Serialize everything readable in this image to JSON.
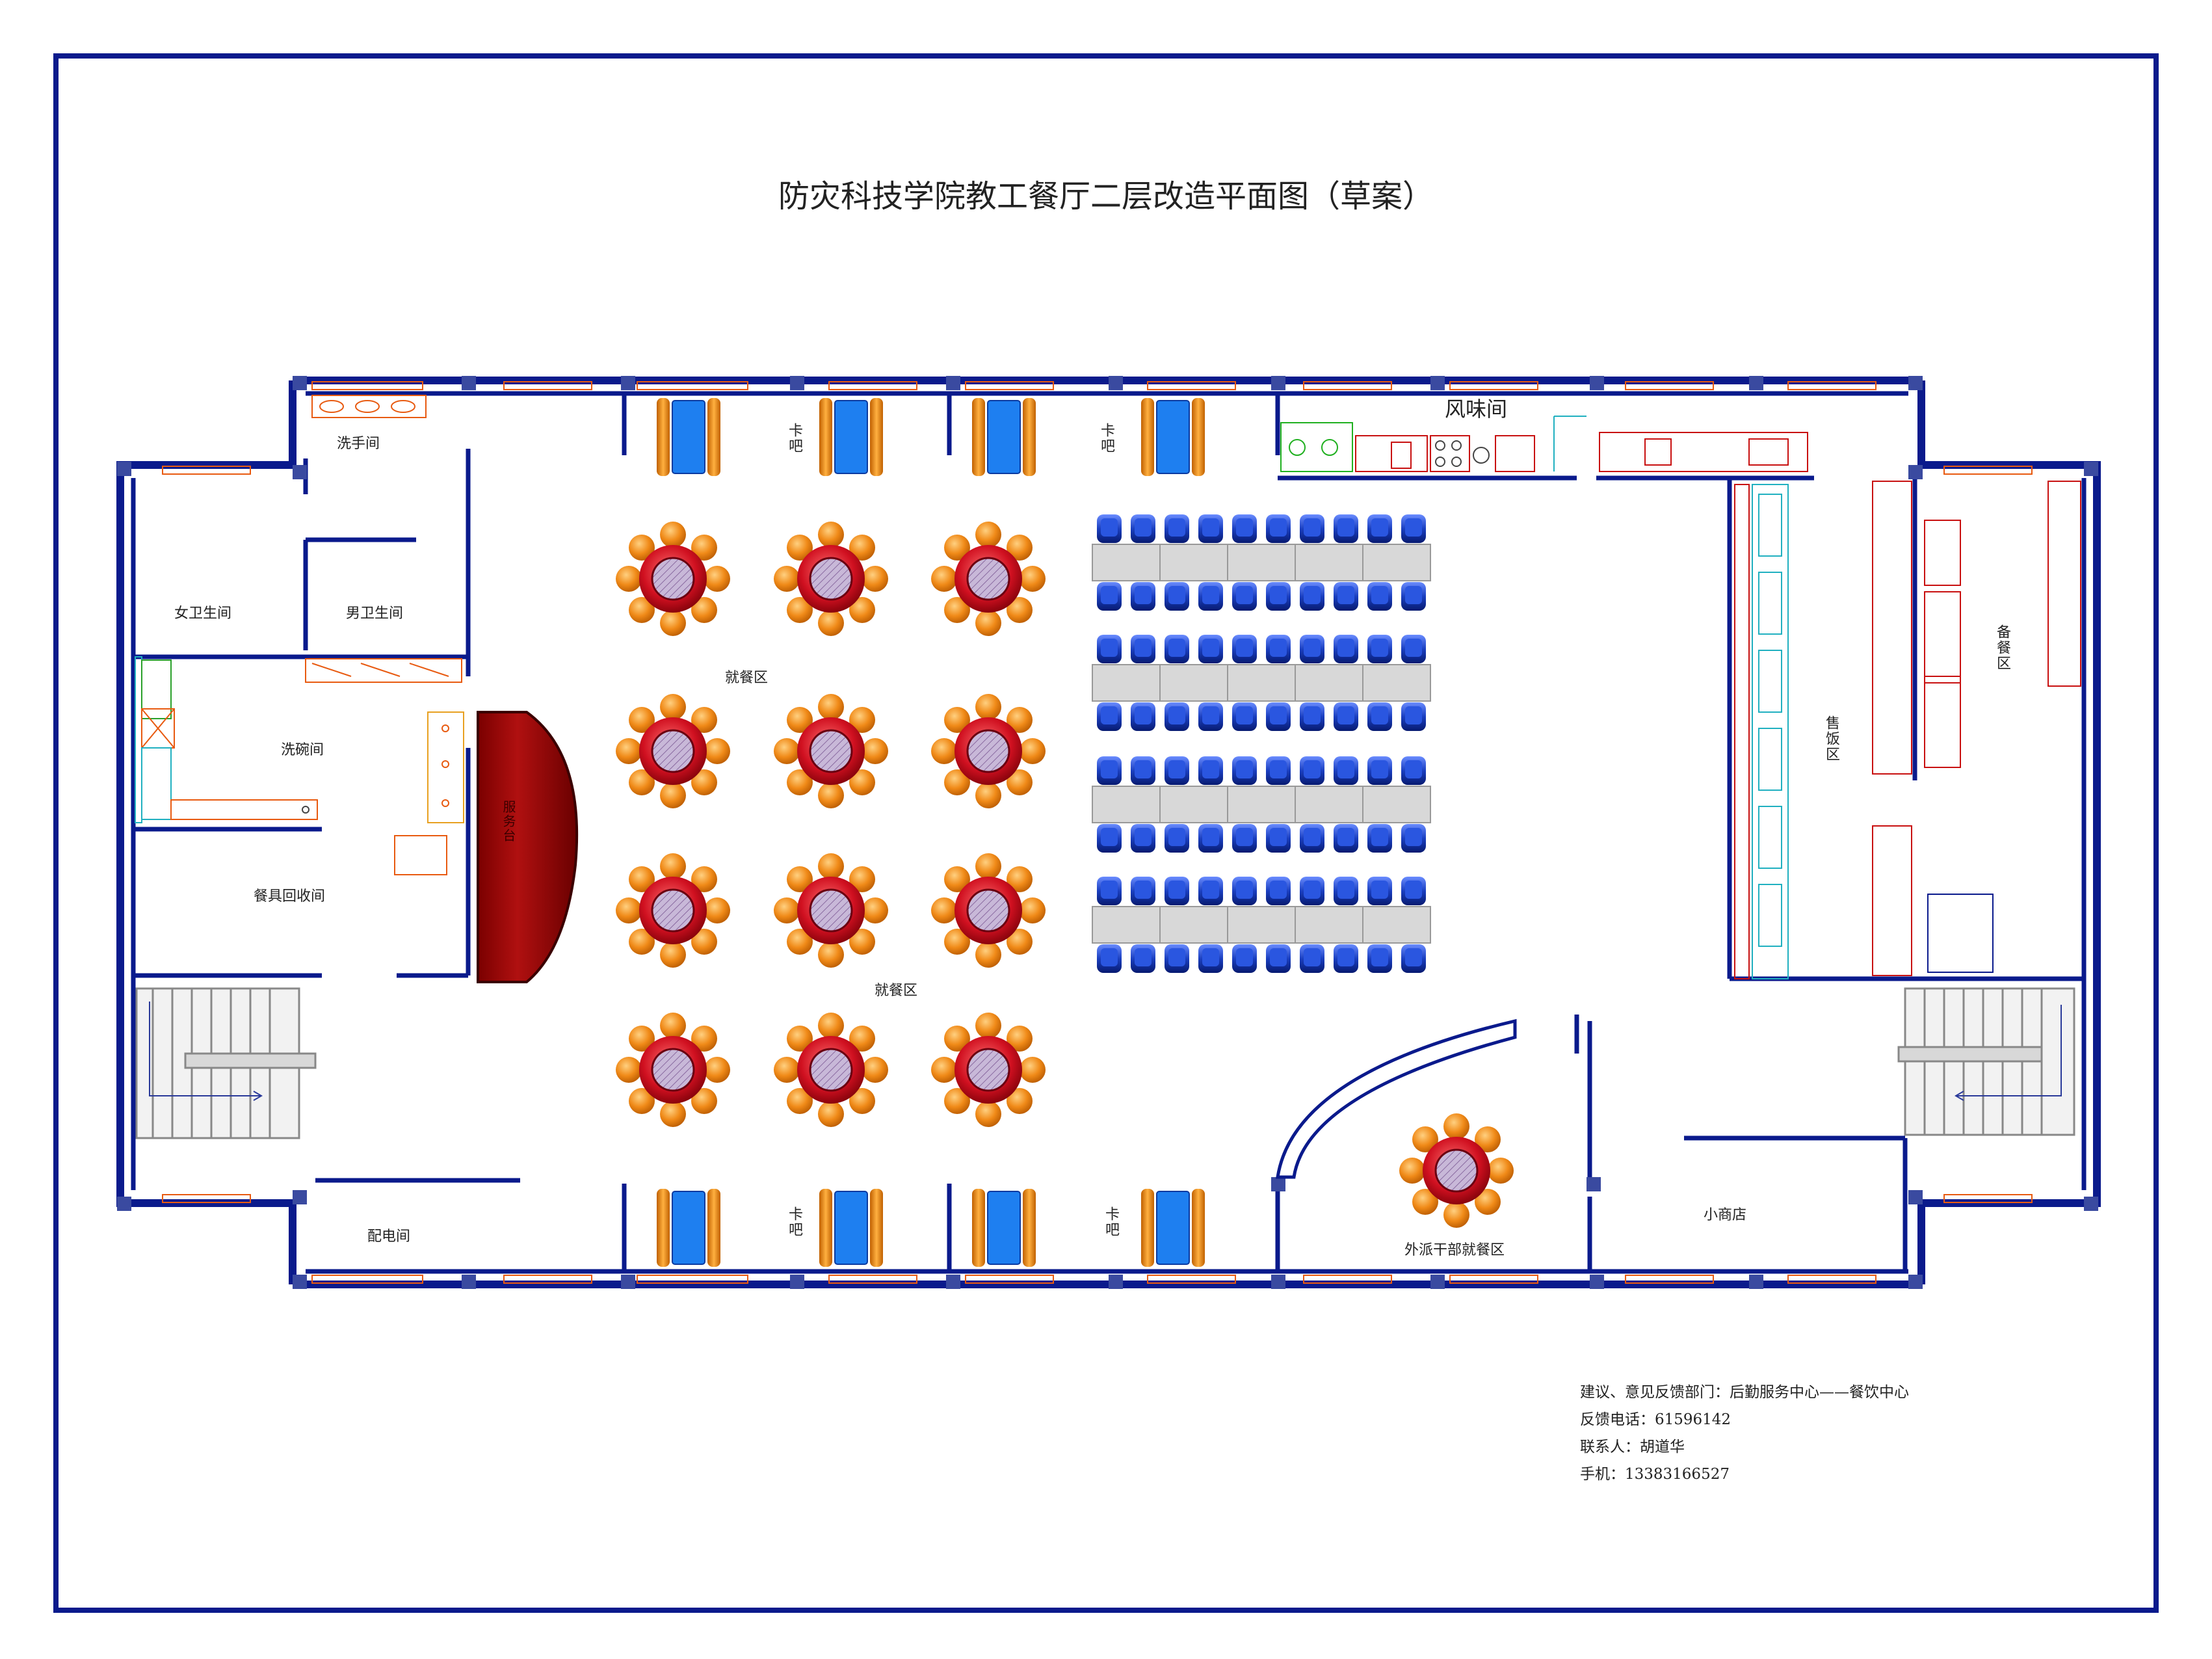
{
  "title": "防灾科技学院教工餐厅二层改造平面图（草案）",
  "rooms": {
    "wash_hands": "洗手间",
    "women_wc": "女卫生间",
    "men_wc": "男卫生间",
    "dish_wash": "洗碗间",
    "tableware_return": "餐具回收间",
    "power_room": "配电间",
    "flavor_room": "风味间",
    "serving_area": "售饭区",
    "prep_area": "备餐区",
    "shop": "小商店",
    "seconded_dining": "外派干部就餐区",
    "dining_1": "就餐区",
    "dining_2": "就餐区",
    "booth": "卡吧",
    "counter": "服务台"
  },
  "contact": {
    "line1": "建议、意见反馈部门：后勤服务中心——餐饮中心",
    "line2": "反馈电话：61596142",
    "line3": "联系人：胡道华",
    "line4": "手机：13383166527"
  },
  "colors": {
    "wall": "#0a1a8c",
    "chair": "#f08a18",
    "table": "#cc1020",
    "blue_chair": "#1a3fc0",
    "counter": "#a01010"
  }
}
